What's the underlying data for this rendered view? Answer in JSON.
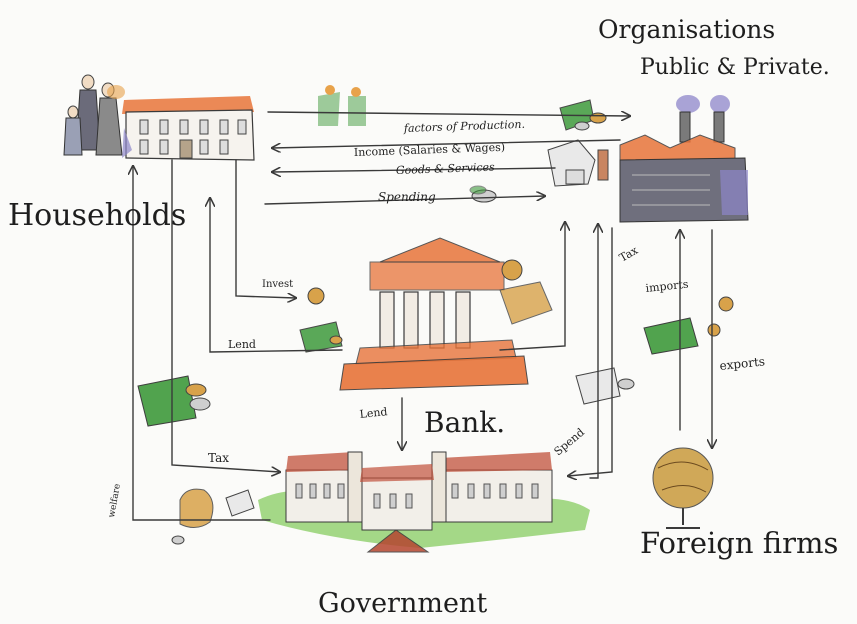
{
  "nodes": {
    "households": "Households",
    "organisations_line1": "Organisations",
    "organisations_line2": "Public & Private.",
    "bank": "Bank.",
    "government": "Government",
    "foreign_firms": "Foreign firms"
  },
  "flows": {
    "factors_of_production": "factors of Production.",
    "income": "Income (Salaries & Wages)",
    "goods_services": "Goods & Services",
    "spending": "Spending",
    "invest": "Invest",
    "lend_households": "Lend",
    "lend_bank": "Lend",
    "tax_households": "Tax",
    "welfare": "welfare",
    "tax_organisations": "Tax",
    "imports": "imports",
    "exports": "exports",
    "spend": "Spend"
  },
  "colors": {
    "ink": "#3a3a3a",
    "orange": "#e8743a",
    "red_roof": "#c0503a",
    "green": "#3f9a3c",
    "grass": "#8fd06a",
    "purple": "#8d86c9",
    "gold": "#d8a24a",
    "globe": "#c99a3c"
  }
}
